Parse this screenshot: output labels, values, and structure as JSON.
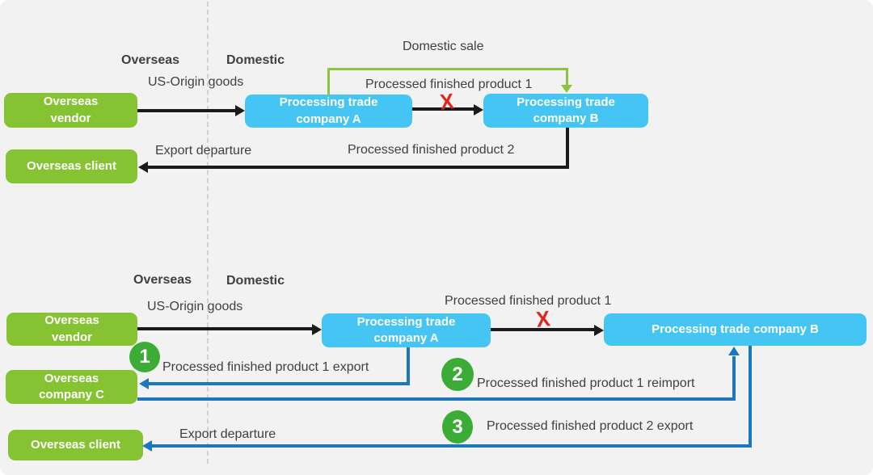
{
  "colors": {
    "background": "#F2F2F3",
    "green_node": "#86C332",
    "blue_node": "#45C5F3",
    "black_arrow": "#1A1A1A",
    "blue_arrow": "#1B78BE",
    "green_arrow": "#8CC63F",
    "step_circle_green": "#3BAC35",
    "blocked_cross_red": "#E2261F",
    "label_text": "#404040"
  },
  "scenario1": {
    "region_labels": {
      "overseas": "Overseas",
      "domestic": "Domestic"
    },
    "nodes": {
      "overseas_vendor": "Overseas\nvendor",
      "overseas_client": "Overseas client",
      "company_a": "Processing trade\ncompany A",
      "company_b": "Processing trade\ncompany B"
    },
    "flows": {
      "us_origin_goods": "US-Origin goods",
      "domestic_sale": "Domestic sale",
      "processed_product_1": "Processed finished product 1",
      "processed_product_2": "Processed finished product 2",
      "export_departure": "Export departure"
    },
    "blocked_marker": "X"
  },
  "scenario2": {
    "region_labels": {
      "overseas": "Overseas",
      "domestic": "Domestic"
    },
    "nodes": {
      "overseas_vendor": "Overseas\nvendor",
      "overseas_company_c": "Overseas\ncompany C",
      "overseas_client": "Overseas client",
      "company_a": "Processing trade\ncompany A",
      "company_b": "Processing trade company B"
    },
    "flows": {
      "us_origin_goods": "US-Origin goods",
      "processed_product_1": "Processed finished product 1",
      "export_departure": "Export departure",
      "step1": {
        "number": "1",
        "label": "Processed finished product 1 export"
      },
      "step2": {
        "number": "2",
        "label": "Processed finished product 1 reimport"
      },
      "step3": {
        "number": "3",
        "label": "Processed finished product 2 export"
      }
    },
    "blocked_marker": "X"
  }
}
